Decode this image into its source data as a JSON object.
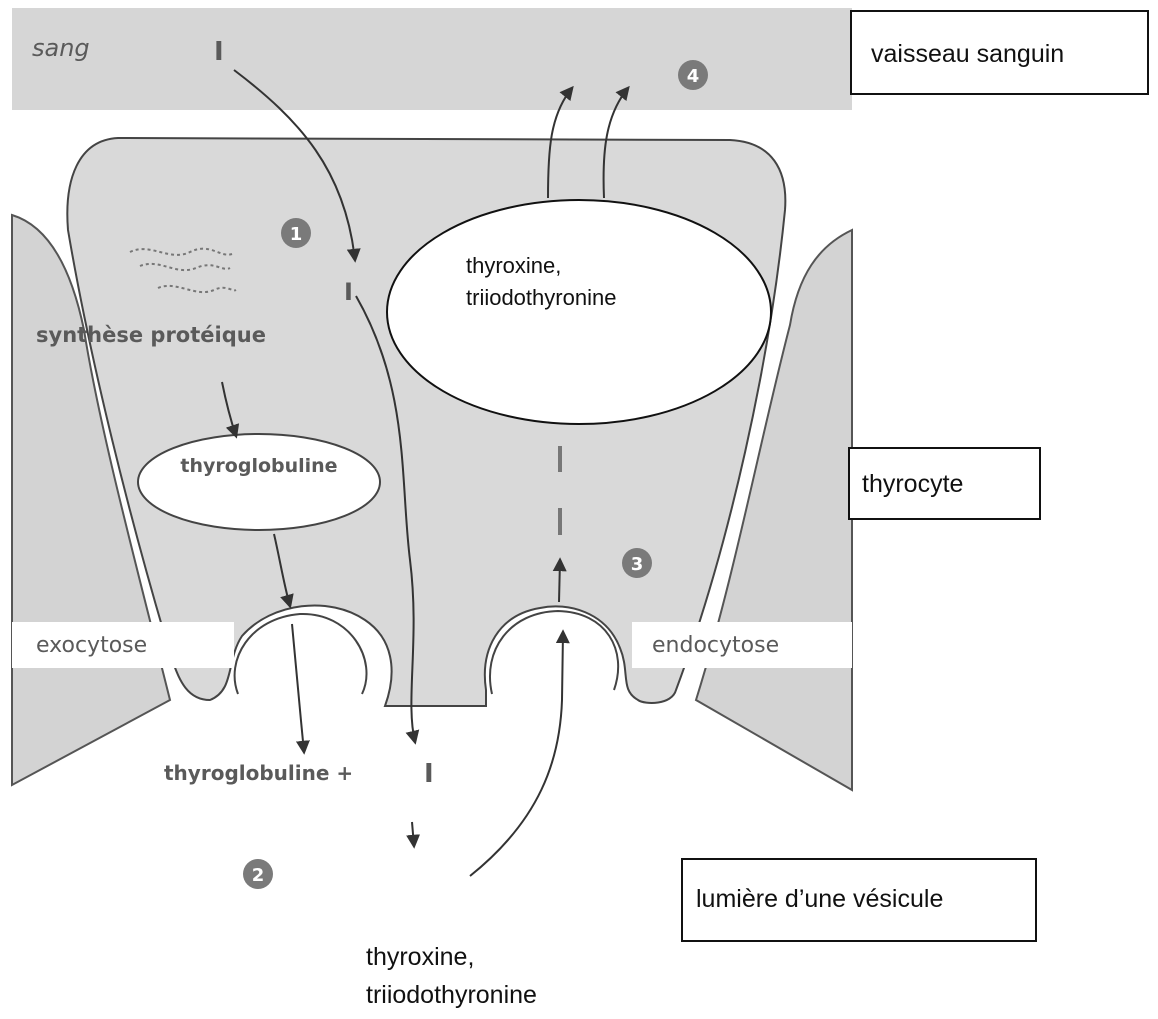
{
  "labels": {
    "blood": "sang",
    "iodine": "I",
    "vessel": "vaisseau sanguin",
    "hormones_cell_line1": "thyroxine,",
    "hormones_cell_line2": "triiodothyronine",
    "protein_synthesis": "synthèse protéique",
    "thyroglobulin": "thyroglobuline",
    "thyrocyte": "thyrocyte",
    "exocytosis": "exocytose",
    "endocytosis": "endocytose",
    "thyroglobulin_plus": "thyroglobuline +",
    "vesicle_lumen": "lumière d’une vésicule",
    "hormones_lumen_line1": "thyroxine,",
    "hormones_lumen_line2": "triiodothyronine"
  },
  "steps": [
    "1",
    "2",
    "3",
    "4"
  ],
  "colors": {
    "vessel": "#d6d6d6",
    "cell": "#d9d9d9",
    "outline": "#444444",
    "badge": "#7a7a7a"
  }
}
